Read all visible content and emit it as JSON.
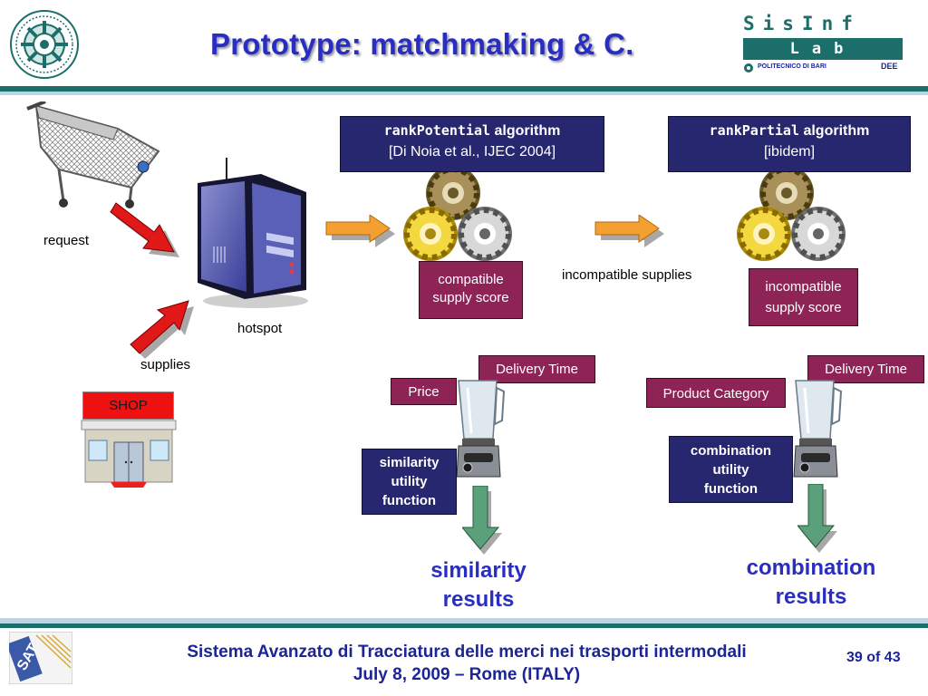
{
  "title": "Prototype: matchmaking & C.",
  "logo_right": {
    "line1": "SisInf",
    "line2": "Lab",
    "line3": "POLITECNICO DI BARI",
    "line4": "DEE"
  },
  "labels": {
    "request": "request",
    "hotspot": "hotspot",
    "supplies": "supplies",
    "incompatible_supplies": "incompatible supplies",
    "shop": "SHOP"
  },
  "algo_left": {
    "code": "rankPotential",
    "word": "algorithm",
    "ref": "[Di Noia et al., IJEC 2004]"
  },
  "algo_right": {
    "code": "rankPartial",
    "word": "algorithm",
    "ref": "[ibidem]"
  },
  "score_left": {
    "line1": "compatible",
    "line2": "supply score"
  },
  "score_right": {
    "line1": "incompatible",
    "line2": "supply score"
  },
  "mixer_left": {
    "tag_price": "Price",
    "tag_delivery": "Delivery Time",
    "func": [
      "similarity",
      "utility",
      "function"
    ],
    "result": [
      "similarity",
      "results"
    ]
  },
  "mixer_right": {
    "tag_category": "Product Category",
    "tag_delivery": "Delivery Time",
    "func": [
      "combination",
      "utility",
      "function"
    ],
    "result": [
      "combination",
      "results"
    ]
  },
  "footer": {
    "line1": "Sistema Avanzato di Tracciatura delle merci nei trasporti intermodali",
    "line2": "July 8, 2009 – Rome (ITALY)",
    "page": "39 of 43"
  },
  "colors": {
    "title": "#2a2ec0",
    "navy": "#26276e",
    "maroon": "#8e2356",
    "teal": "#1c6e6a"
  },
  "icons": [
    "politecnico-seal-icon",
    "shopping-cart-icon",
    "server-icon",
    "shop-icon",
    "gears-icon",
    "blender-icon",
    "sat-logo-icon"
  ]
}
